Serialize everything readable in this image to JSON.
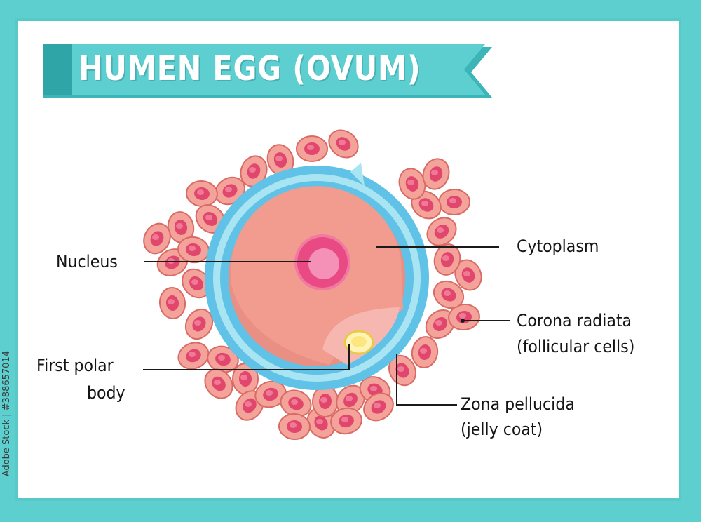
{
  "title": "HUMEN EGG (OVUM)",
  "labels": {
    "nucleus": "Nucleus",
    "cytoplasm": "Cytoplasm",
    "first_polar_body_line1": "First polar",
    "first_polar_body_line2": "body",
    "corona_radiata_line1": "Corona radiata",
    "corona_radiata_line2": "(follicular cells)",
    "zona_pellucida_line1": "Zona pellucida",
    "zona_pellucida_line2": "(jelly coat)"
  },
  "watermark": "Adobe Stock | #388657014",
  "colors": {
    "border": "#5ecfcf",
    "banner": "#4fc3c3",
    "zona": "#5fc2e6",
    "cytoplasm": "#f19a8c",
    "nucleus": "#ef5f8c",
    "polar_body": "#f6e27a",
    "follicular_cell": "#f4a39a"
  }
}
